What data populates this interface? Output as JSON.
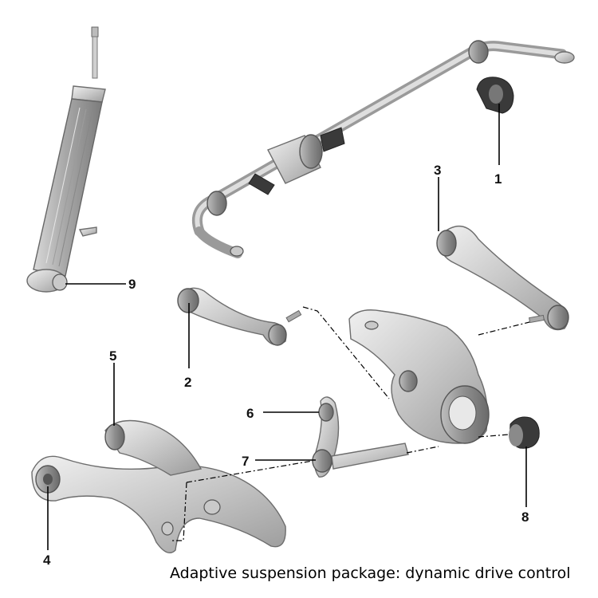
{
  "caption": "Adaptive suspension package: dynamic drive control",
  "callouts": [
    "1",
    "2",
    "3",
    "4",
    "5",
    "6",
    "7",
    "8",
    "9"
  ],
  "colors": {
    "metal_light": "#e4e4e4",
    "metal_dark": "#9a9a9a",
    "rubber": "#3a3a3a",
    "label": "#111111"
  }
}
